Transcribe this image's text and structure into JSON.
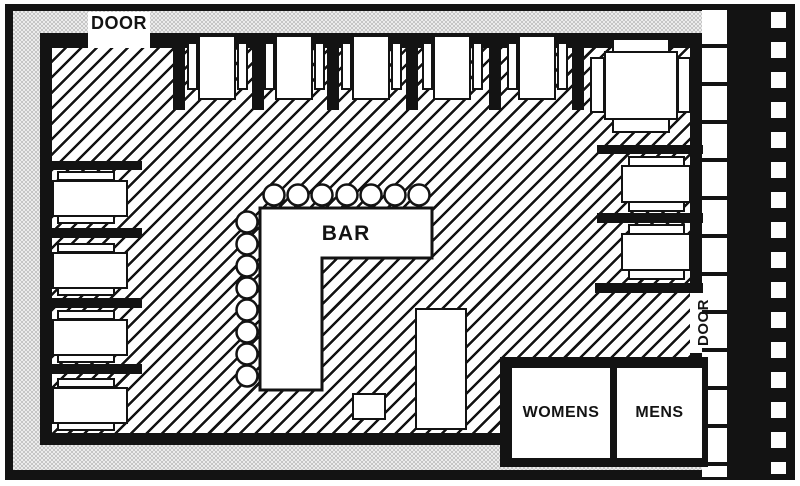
{
  "title": "Bar floor plan",
  "colors": {
    "ink": "#131313",
    "paper": "#ffffff",
    "margin_gray": "#ececec"
  },
  "labels": {
    "door_top": "DOOR",
    "door_right": "DOOR",
    "bar": "BAR",
    "womens": "WOMENS",
    "mens": "MENS"
  }
}
